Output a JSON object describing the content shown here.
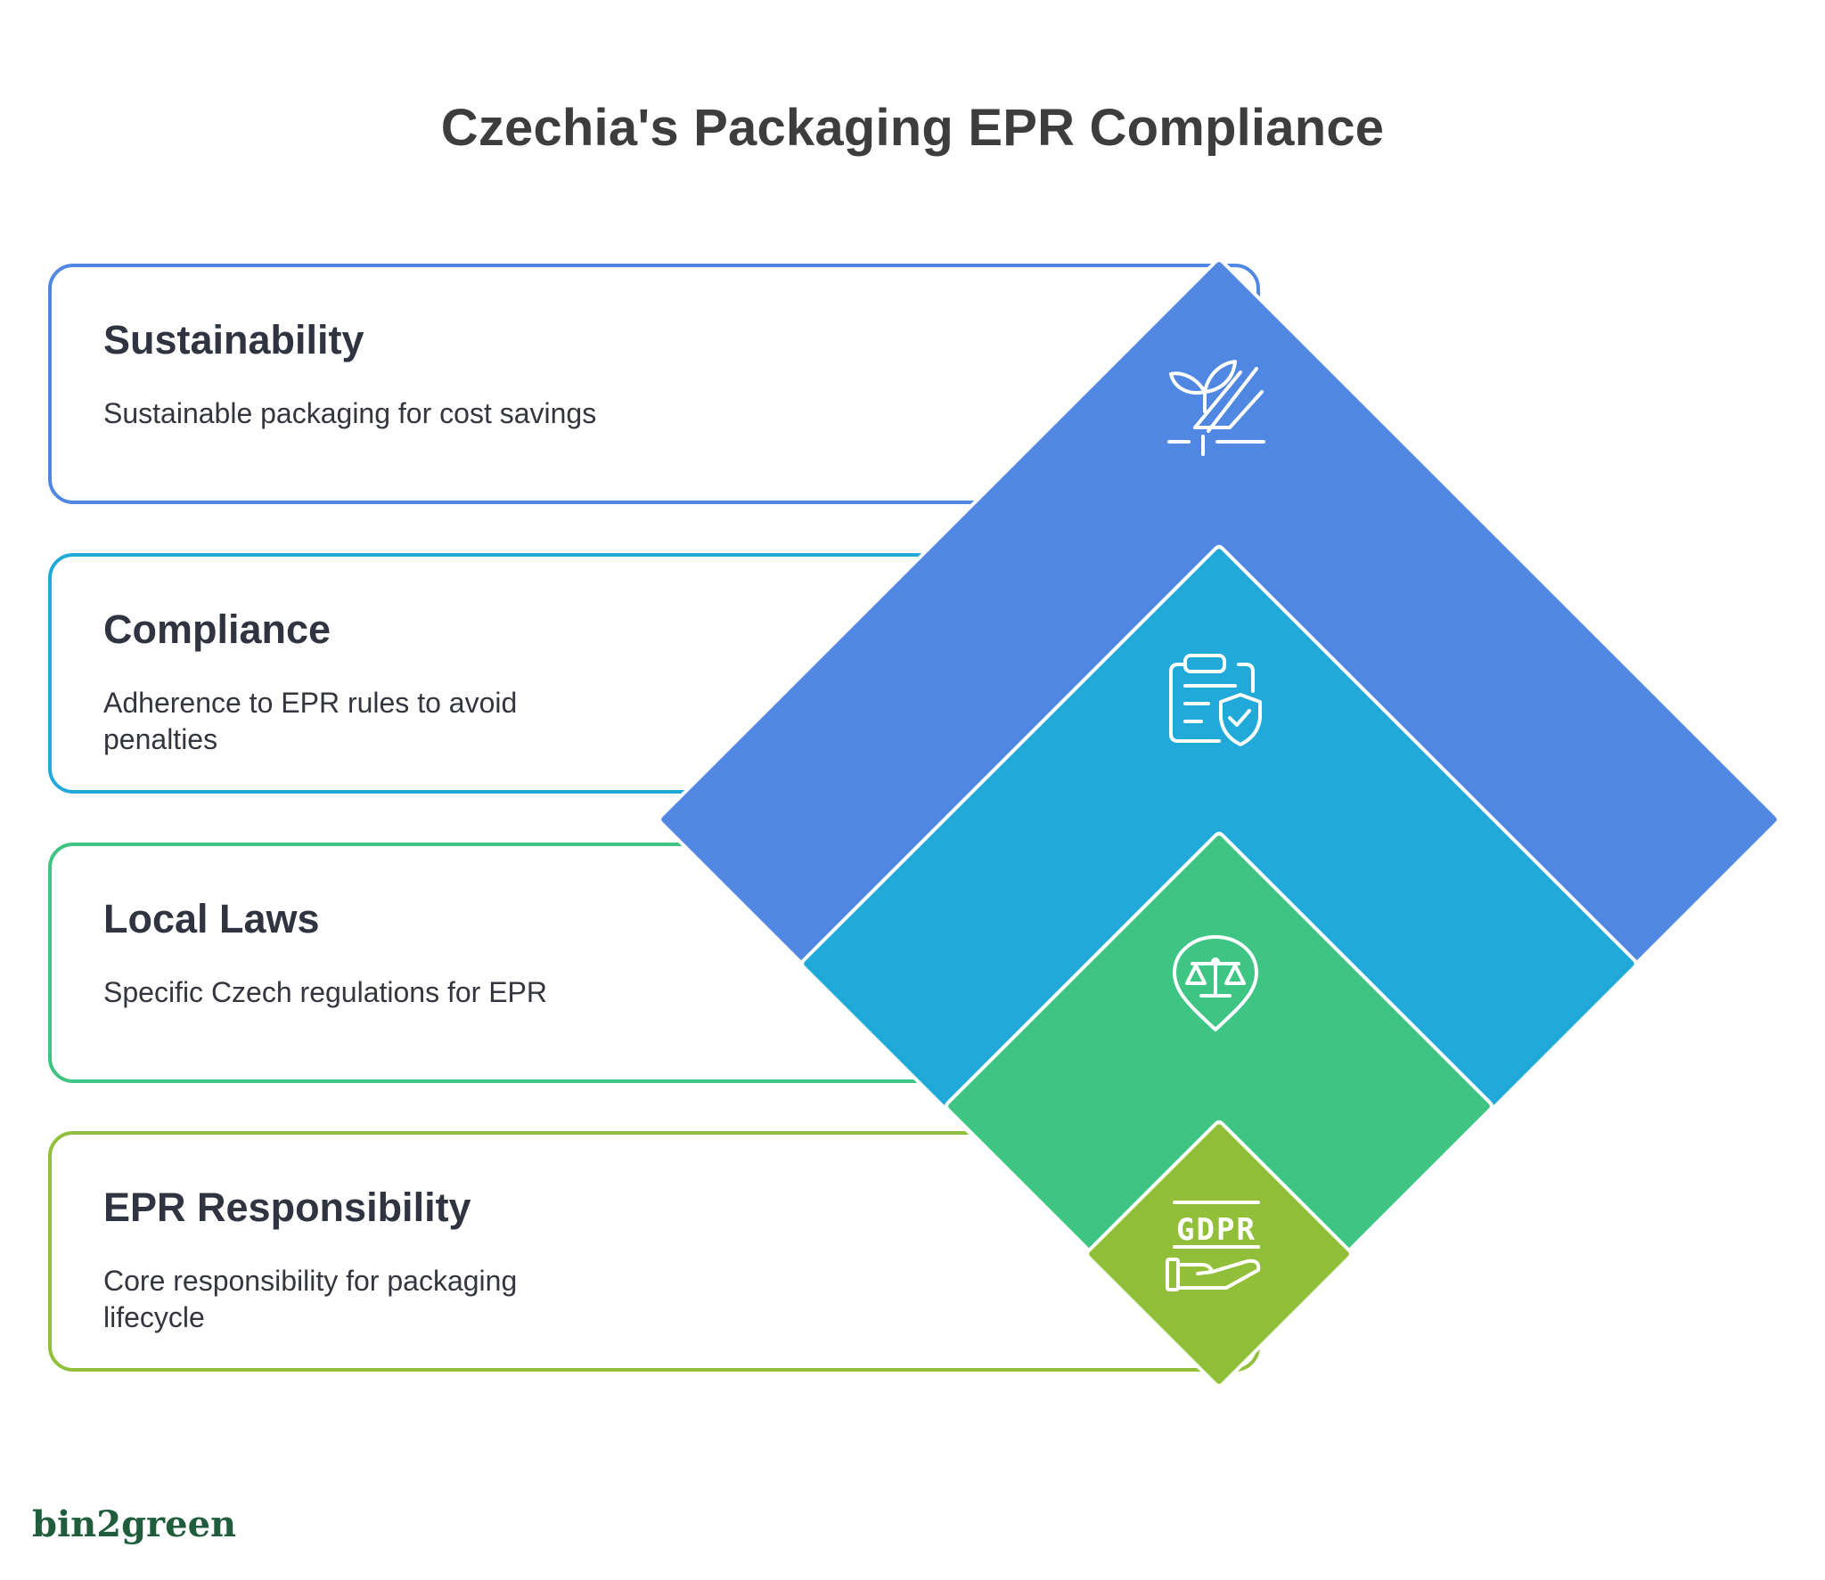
{
  "title": "Czechia's Packaging EPR Compliance",
  "layers": [
    {
      "title": "Sustainability",
      "description": "Sustainable packaging for cost savings",
      "color": "#4f87e3",
      "icon": "plant-hand-icon"
    },
    {
      "title": "Compliance",
      "description": "Adherence to EPR rules to avoid penalties",
      "color": "#21aad9",
      "icon": "clipboard-shield-icon"
    },
    {
      "title": "Local Laws",
      "description": "Specific Czech regulations for EPR",
      "color": "#3ec483",
      "icon": "scales-location-icon"
    },
    {
      "title": "EPR Responsibility",
      "description": "Core responsibility for packaging lifecycle",
      "color": "#92bf3a",
      "icon": "gdpr-hand-icon"
    }
  ],
  "gdpr_label": "GDPR",
  "logo": {
    "text": "bin2green"
  }
}
